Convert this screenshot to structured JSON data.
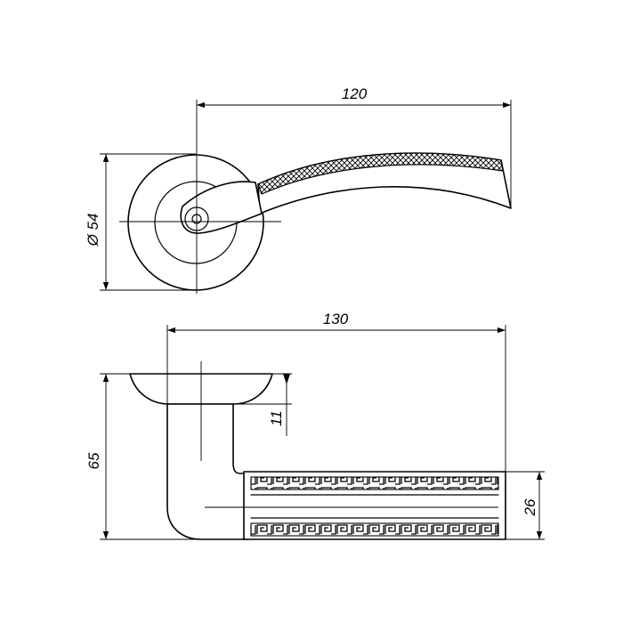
{
  "dimensions": {
    "top_length": "120",
    "rose_diameter": "Ø 54",
    "side_length": "130",
    "rose_height": "11",
    "total_height": "65",
    "lever_height": "26"
  },
  "colors": {
    "stroke": "#000000",
    "background": "#ffffff"
  }
}
